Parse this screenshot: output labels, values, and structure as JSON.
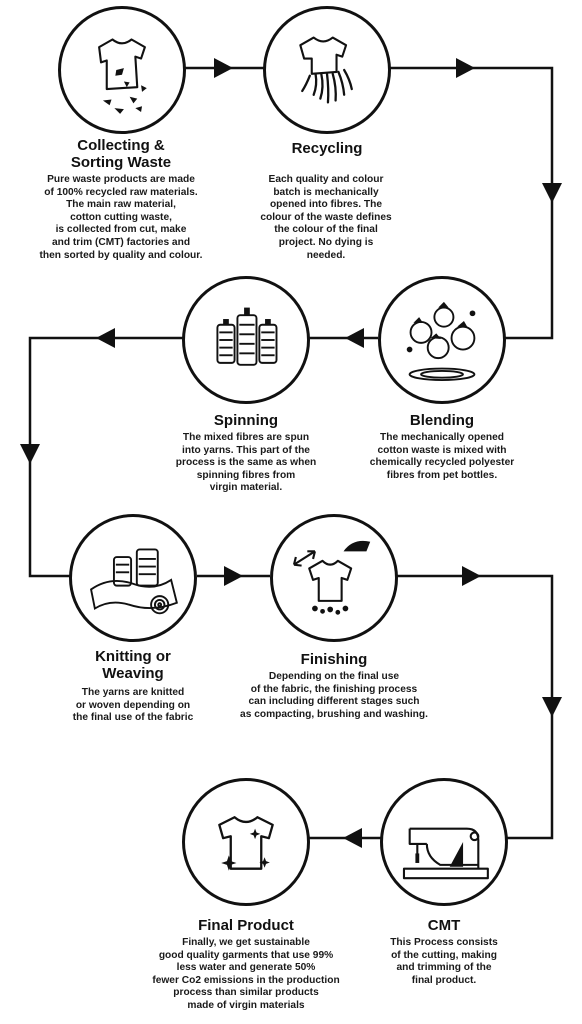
{
  "steps": [
    {
      "title": "Collecting &\nSorting Waste",
      "desc": "Pure waste products are made\nof 100% recycled raw materials.\nThe main raw material,\ncotton cutting waste,\nis collected from cut, make\nand trim (CMT) factories and\nthen sorted by quality and colour.",
      "icon": "torn-tshirt-icon"
    },
    {
      "title": "Recycling",
      "desc": "Each quality and colour\nbatch is mechanically\nopened into fibres. The\ncolour of the waste defines\nthe colour of the final\nproject. No dying is\nneeded.",
      "icon": "shredded-tshirt-icon"
    },
    {
      "title": "Blending",
      "desc": "The mechanically opened\ncotton waste is mixed with\nchemically recycled polyester\nfibres from pet bottles.",
      "icon": "cotton-balls-icon"
    },
    {
      "title": "Spinning",
      "desc": "The mixed fibres are spun\ninto yarns. This part of the\nprocess is the same as when\nspinning fibres from\nvirgin material.",
      "icon": "yarn-spools-icon"
    },
    {
      "title": "Knitting or\nWeaving",
      "desc": "The yarns are knitted\nor woven depending on\nthe final use of the fabric",
      "icon": "fabric-roll-icon"
    },
    {
      "title": "Finishing",
      "desc": "Depending on the final use\nof the fabric, the finishing process\ncan including different stages such\nas compacting, brushing and washing.",
      "icon": "iron-tshirt-icon"
    },
    {
      "title": "CMT",
      "desc": "This Process consists\nof the cutting, making\nand trimming of the\nfinal product.",
      "icon": "sewing-machine-icon"
    },
    {
      "title": "Final Product",
      "desc": "Finally, we get sustainable\ngood quality garments that use 99%\nless water and generate 50%\nfewer Co2 emissions in the production\nprocess  than similar products\nmade of virgin materials",
      "icon": "sparkling-tshirt-icon"
    }
  ]
}
